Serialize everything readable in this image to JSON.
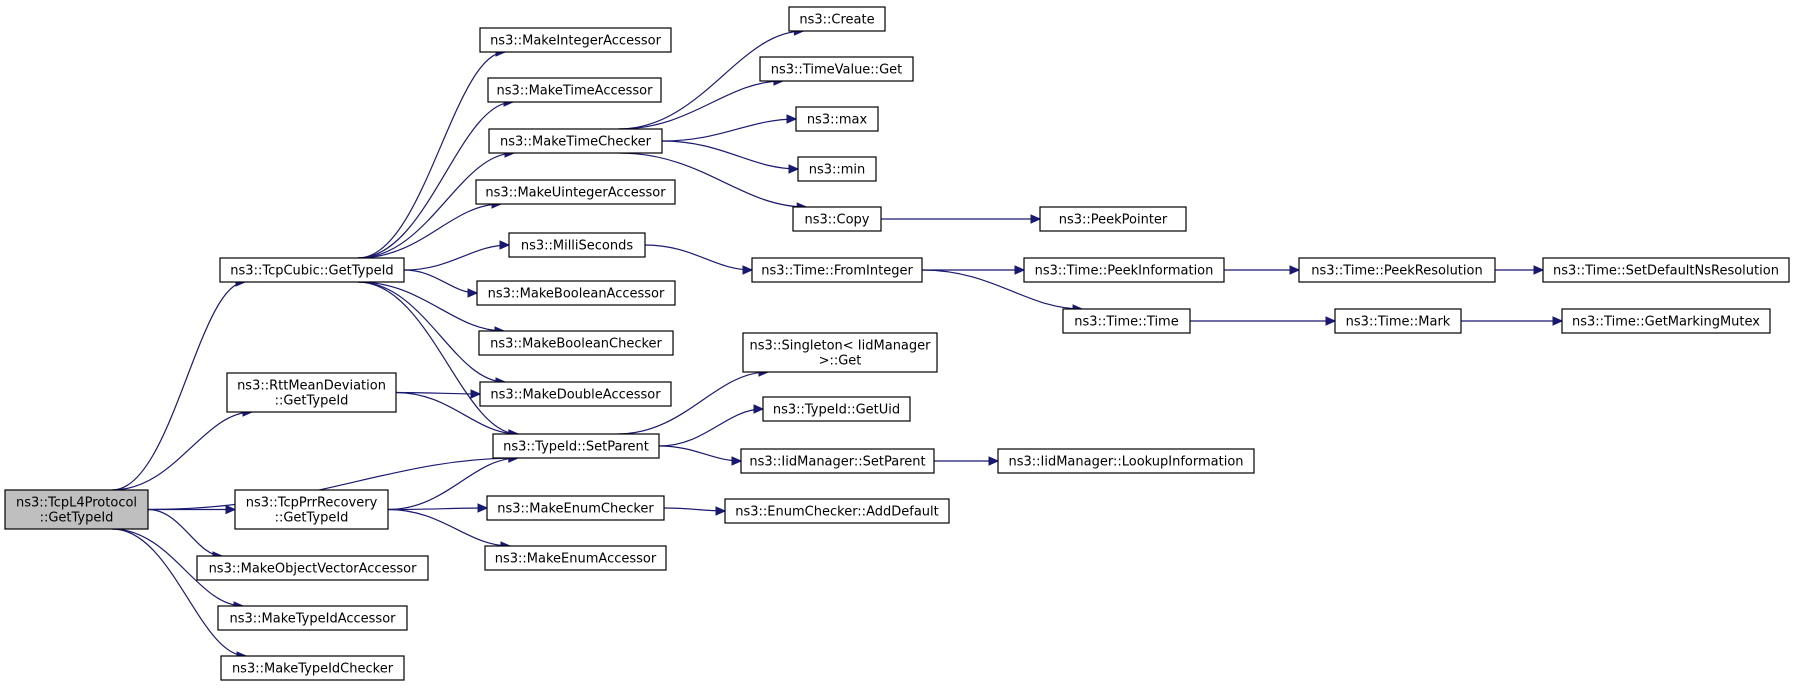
{
  "nodes": {
    "root": {
      "lines": [
        "ns3::TcpL4Protocol",
        "::GetTypeId"
      ]
    },
    "cubic": {
      "lines": [
        "ns3::TcpCubic::GetTypeId"
      ]
    },
    "rtt": {
      "lines": [
        "ns3::RttMeanDeviation",
        "::GetTypeId"
      ]
    },
    "prr": {
      "lines": [
        "ns3::TcpPrrRecovery",
        "::GetTypeId"
      ]
    },
    "objvec": {
      "lines": [
        "ns3::MakeObjectVectorAccessor"
      ]
    },
    "typeidacc": {
      "lines": [
        "ns3::MakeTypeIdAccessor"
      ]
    },
    "typeidchk": {
      "lines": [
        "ns3::MakeTypeIdChecker"
      ]
    },
    "intacc": {
      "lines": [
        "ns3::MakeIntegerAccessor"
      ]
    },
    "timeacc": {
      "lines": [
        "ns3::MakeTimeAccessor"
      ]
    },
    "timechk": {
      "lines": [
        "ns3::MakeTimeChecker"
      ]
    },
    "uintacc": {
      "lines": [
        "ns3::MakeUintegerAccessor"
      ]
    },
    "millis": {
      "lines": [
        "ns3::MilliSeconds"
      ]
    },
    "boolacc": {
      "lines": [
        "ns3::MakeBooleanAccessor"
      ]
    },
    "boolchk": {
      "lines": [
        "ns3::MakeBooleanChecker"
      ]
    },
    "dblacc": {
      "lines": [
        "ns3::MakeDoubleAccessor"
      ]
    },
    "setparent": {
      "lines": [
        "ns3::TypeId::SetParent"
      ]
    },
    "enumchk": {
      "lines": [
        "ns3::MakeEnumChecker"
      ]
    },
    "enumacc": {
      "lines": [
        "ns3::MakeEnumAccessor"
      ]
    },
    "create": {
      "lines": [
        "ns3::Create"
      ]
    },
    "tvget": {
      "lines": [
        "ns3::TimeValue::Get"
      ]
    },
    "max": {
      "lines": [
        "ns3::max"
      ]
    },
    "min": {
      "lines": [
        "ns3::min"
      ]
    },
    "copy": {
      "lines": [
        "ns3::Copy"
      ]
    },
    "fromint": {
      "lines": [
        "ns3::Time::FromInteger"
      ]
    },
    "singleton": {
      "lines": [
        "ns3::Singleton< IidManager",
        ">::Get"
      ]
    },
    "getuid": {
      "lines": [
        "ns3::TypeId::GetUid"
      ]
    },
    "iidsetparent": {
      "lines": [
        "ns3::IidManager::SetParent"
      ]
    },
    "adddefault": {
      "lines": [
        "ns3::EnumChecker::AddDefault"
      ]
    },
    "peekptr": {
      "lines": [
        "ns3::PeekPointer"
      ]
    },
    "peekinfo": {
      "lines": [
        "ns3::Time::PeekInformation"
      ]
    },
    "timetime": {
      "lines": [
        "ns3::Time::Time"
      ]
    },
    "lookup": {
      "lines": [
        "ns3::IidManager::LookupInformation"
      ]
    },
    "peekres": {
      "lines": [
        "ns3::Time::PeekResolution"
      ]
    },
    "mark": {
      "lines": [
        "ns3::Time::Mark"
      ]
    },
    "setdefault": {
      "lines": [
        "ns3::Time::SetDefaultNsResolution"
      ]
    },
    "getmutex": {
      "lines": [
        "ns3::Time::GetMarkingMutex"
      ]
    }
  },
  "edges": [
    [
      "root",
      "cubic"
    ],
    [
      "root",
      "rtt"
    ],
    [
      "root",
      "setparent"
    ],
    [
      "root",
      "prr"
    ],
    [
      "root",
      "objvec"
    ],
    [
      "root",
      "typeidacc"
    ],
    [
      "root",
      "typeidchk"
    ],
    [
      "cubic",
      "intacc"
    ],
    [
      "cubic",
      "timeacc"
    ],
    [
      "cubic",
      "timechk"
    ],
    [
      "cubic",
      "uintacc"
    ],
    [
      "cubic",
      "millis"
    ],
    [
      "cubic",
      "boolacc"
    ],
    [
      "cubic",
      "boolchk"
    ],
    [
      "cubic",
      "dblacc"
    ],
    [
      "cubic",
      "setparent"
    ],
    [
      "rtt",
      "dblacc"
    ],
    [
      "rtt",
      "setparent"
    ],
    [
      "prr",
      "setparent"
    ],
    [
      "prr",
      "enumchk"
    ],
    [
      "prr",
      "enumacc"
    ],
    [
      "timechk",
      "create"
    ],
    [
      "timechk",
      "tvget"
    ],
    [
      "timechk",
      "max"
    ],
    [
      "timechk",
      "min"
    ],
    [
      "timechk",
      "copy"
    ],
    [
      "millis",
      "fromint"
    ],
    [
      "setparent",
      "singleton"
    ],
    [
      "setparent",
      "getuid"
    ],
    [
      "setparent",
      "iidsetparent"
    ],
    [
      "enumchk",
      "adddefault"
    ],
    [
      "copy",
      "peekptr"
    ],
    [
      "fromint",
      "peekinfo"
    ],
    [
      "fromint",
      "timetime"
    ],
    [
      "iidsetparent",
      "lookup"
    ],
    [
      "peekinfo",
      "peekres"
    ],
    [
      "timetime",
      "mark"
    ],
    [
      "peekres",
      "setdefault"
    ],
    [
      "mark",
      "getmutex"
    ]
  ],
  "colors": {
    "edge": "#191970",
    "root_fill": "#bfbfbf",
    "node_fill": "#ffffff"
  }
}
